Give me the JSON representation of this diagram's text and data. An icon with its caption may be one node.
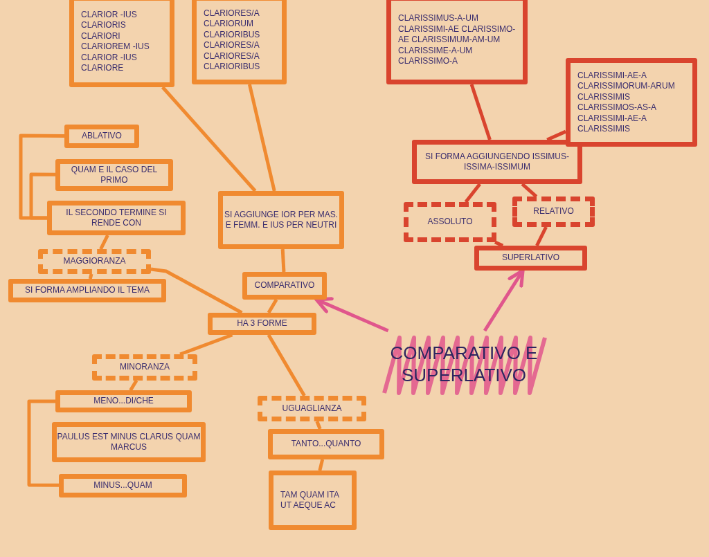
{
  "diagram": {
    "nodes": [
      {
        "text": [
          "COMPARATIVO E SUPERLATIVO"
        ]
      },
      {
        "text": [
          "COMPARATIVO"
        ]
      },
      {
        "text": [
          "SI AGGIUNGE IOR PER MAS. E FEMM. E IUS PER NEUTRI"
        ]
      },
      {
        "text": [
          "CLARIOR -IUS CLARIORIS CLARIORI CLARIOREM -IUS CLARIOR -IUS CLARIORE"
        ]
      },
      {
        "text": [
          "CLARIORES/A CLARIORUM CLARIORIBUS CLARIORES/A CLARIORES/A CLARIORIBUS"
        ]
      },
      {
        "text": [
          "HA 3 FORME"
        ]
      },
      {
        "text": [
          "MAGGIORANZA"
        ]
      },
      {
        "text": [
          "SI FORMA AMPLIANDO IL TEMA"
        ]
      },
      {
        "text": [
          "IL SECONDO TERMINE SI RENDE CON"
        ]
      },
      {
        "text": [
          "QUAM E IL CASO DEL PRIMO"
        ]
      },
      {
        "text": [
          "ABLATIVO"
        ]
      },
      {
        "text": [
          "MINORANZA"
        ]
      },
      {
        "text": [
          "MENO...DI/CHE"
        ]
      },
      {
        "text": [
          "PAULUS EST MINUS CLARUS QUAM MARCUS"
        ]
      },
      {
        "text": [
          "MINUS...QUAM"
        ]
      },
      {
        "text": [
          "UGUAGLIANZA"
        ]
      },
      {
        "text": [
          "TANTO...QUANTO"
        ]
      },
      {
        "text": [
          "TAM QUAM ITA UT AEQUE AC"
        ]
      },
      {
        "text": [
          "SUPERLATIVO"
        ]
      },
      {
        "text": [
          "ASSOLUTO"
        ]
      },
      {
        "text": [
          "RELATIVO"
        ]
      },
      {
        "text": [
          "SI FORMA AGGIUNGENDO ISSIMUS-ISSIMA-ISSIMUM"
        ]
      },
      {
        "text": [
          "CLARISSIMUS-A-UM CLARISSIMI-AE CLARISSIMO-AE CLARISSIMUM-AM-UM CLARISSIME-A-UM CLARISSIMO-A"
        ]
      },
      {
        "text": [
          "CLARISSIMI-AE-A CLARISSIMORUM-ARUM CLARISSIMIS CLARISSIMOS-AS-A CLARISSIMI-AE-A CLARISSIMIS"
        ]
      }
    ],
    "edges": [
      {
        "from": 0,
        "to": 1,
        "arrow": "to",
        "color": "#e0568c"
      },
      {
        "from": 0,
        "to": 18,
        "arrow": "to",
        "color": "#e0568c"
      },
      {
        "from": 1,
        "to": 2,
        "arrow": "none"
      },
      {
        "from": 2,
        "to": 3,
        "arrow": "none"
      },
      {
        "from": 2,
        "to": 4,
        "arrow": "none"
      },
      {
        "from": 1,
        "to": 5,
        "arrow": "none"
      },
      {
        "from": 5,
        "to": 6,
        "arrow": "none"
      },
      {
        "from": 5,
        "to": 11,
        "arrow": "none"
      },
      {
        "from": 5,
        "to": 15,
        "arrow": "none"
      },
      {
        "from": 6,
        "to": 7,
        "arrow": "none"
      },
      {
        "from": 6,
        "to": 8,
        "arrow": "none"
      },
      {
        "from": 10,
        "to": 8,
        "arrow": "none"
      },
      {
        "from": 9,
        "to": 8,
        "arrow": "none"
      },
      {
        "from": 11,
        "to": 12,
        "arrow": "none"
      },
      {
        "from": 12,
        "to": 14,
        "arrow": "none"
      },
      {
        "from": 15,
        "to": 16,
        "arrow": "none"
      },
      {
        "from": 16,
        "to": 17,
        "arrow": "none"
      },
      {
        "from": 18,
        "to": 19,
        "arrow": "none",
        "color": "#d9442e"
      },
      {
        "from": 18,
        "to": 20,
        "arrow": "none",
        "color": "#d9442e"
      },
      {
        "from": 19,
        "to": 21,
        "arrow": "none",
        "color": "#d9442e"
      },
      {
        "from": 20,
        "to": 21,
        "arrow": "none",
        "color": "#d9442e"
      },
      {
        "from": 21,
        "to": 22,
        "arrow": "none",
        "color": "#d9442e"
      },
      {
        "from": 21,
        "to": 23,
        "arrow": "none",
        "color": "#d9442e"
      }
    ]
  }
}
